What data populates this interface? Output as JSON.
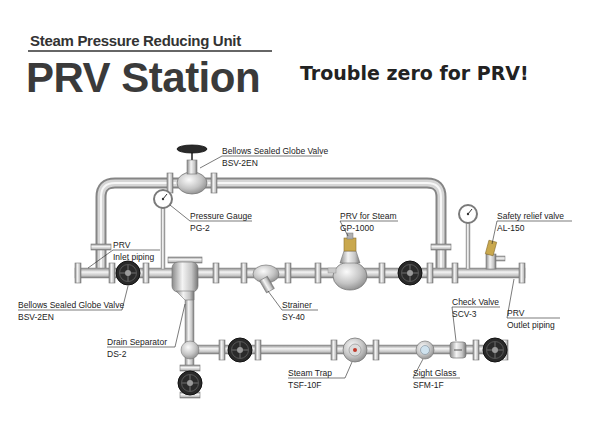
{
  "diagram": {
    "title": "PRV Station",
    "labels": [
      "Steam Pressure Reducing Unit",
      "Trouble zero for PRV!",
      "Bellows Sealed Globe Valve",
      "BSV-2EN",
      "Pressure Gauge",
      "PG-2",
      "PRV for Steam",
      "GP-1000",
      "Safety relief valve",
      "AL-150",
      "PRV",
      "Inlet piping",
      "Bellows Sealed Globe Valve",
      "BSV-2EN",
      "Strainer",
      "SY-40",
      "Check Valve",
      "SCV-3",
      "PRV",
      "Outlet piping",
      "Drain Separator",
      "DS-2",
      "Steam Trap",
      "TSF-10F",
      "Sight Glass",
      "SFM-1F"
    ]
  }
}
